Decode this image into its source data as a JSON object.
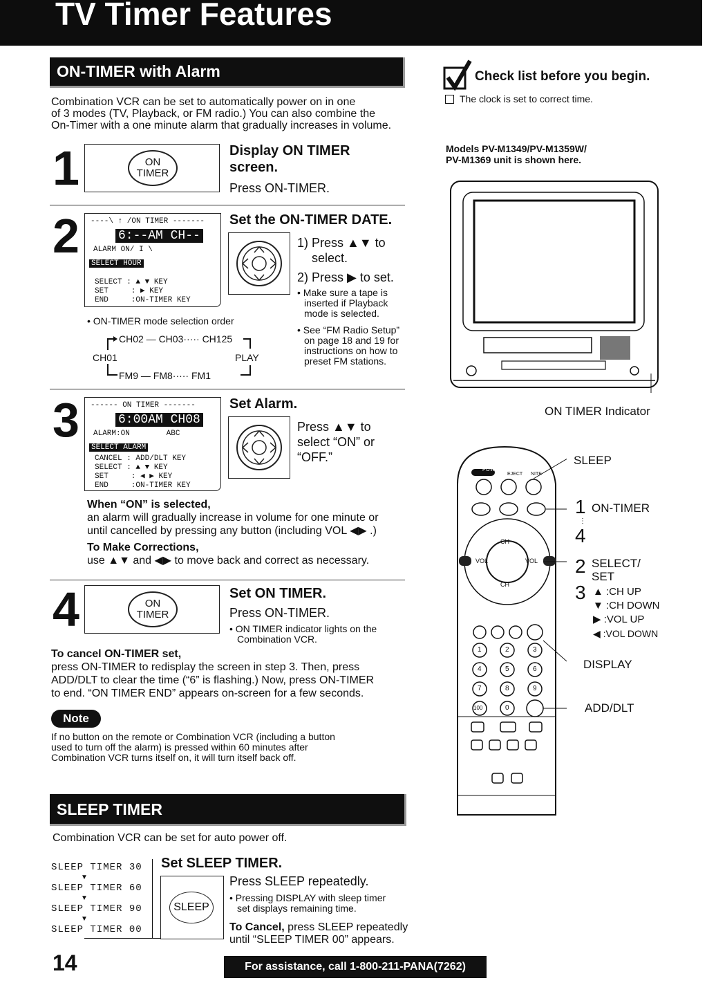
{
  "header": {
    "title": "TV Timer Features"
  },
  "on_timer": {
    "heading": "ON-TIMER with Alarm",
    "intro": [
      "Combination VCR can be set to automatically power on in one",
      "of 3 modes (TV, Playback, or FM radio.) You can also combine the",
      "On-Timer with a one minute alarm that gradually increases in volume."
    ],
    "step1": {
      "num": "1",
      "button": [
        "ON",
        "TIMER"
      ],
      "title": [
        "Display ON TIMER",
        "screen."
      ],
      "text": "Press ON-TIMER."
    },
    "step2": {
      "num": "2",
      "lcd": {
        "top": "----\\ ↑ /ON TIMER -------",
        "time": "6:--AM CH--",
        "alarm": "ALARM ON/ I \\",
        "mode": "SELECT HOUR",
        "k1": "SELECT : ▲ ▼ KEY",
        "k2": "SET     : ▶ KEY",
        "k3": "END     :ON-TIMER KEY"
      },
      "title": "Set the ON-TIMER DATE.",
      "i1a": "1) Press ▲▼ to",
      "i1b": "select.",
      "i2": "2) Press ▶ to set.",
      "n1": [
        "• Make sure a tape is",
        "inserted if Playback",
        "mode is selected."
      ],
      "n2": [
        "• See “FM Radio Setup”",
        "on page 18 and 19 for",
        "instructions on how to",
        "preset FM stations."
      ],
      "order_label": "• ON-TIMER mode selection order",
      "o_top": "CH02 — CH03····· CH125",
      "o_left": "CH01",
      "o_right": "PLAY",
      "o_bottom": "FM9 — FM8····· FM1"
    },
    "step3": {
      "num": "3",
      "lcd": {
        "top": "------ ON TIMER -------",
        "time": "6:00AM CH08",
        "alarm": "ALARM:ON        ABC",
        "mode": "SELECT ALARM",
        "k1": "CANCEL : ADD/DLT KEY",
        "k2": "SELECT : ▲ ▼ KEY",
        "k3": "SET     : ◀ ▶ KEY",
        "k4": "END     :ON-TIMER KEY"
      },
      "title": "Set Alarm.",
      "text": [
        "Press ▲▼ to",
        "select “ON” or",
        "“OFF.”"
      ],
      "when_title": "When “ON” is selected,",
      "when_text": [
        "an alarm will gradually increase in volume for one minute or",
        "until cancelled by pressing any button (including VOL ◀▶ .)"
      ],
      "corr_title": "To Make Corrections,",
      "corr_text": "use ▲▼ and ◀▶ to move back and correct as necessary."
    },
    "step4": {
      "num": "4",
      "button": [
        "ON",
        "TIMER"
      ],
      "title": "Set ON TIMER.",
      "text": "Press ON-TIMER.",
      "note": [
        "• ON TIMER indicator lights on the",
        "Combination VCR."
      ]
    },
    "cancel_title": "To cancel ON-TIMER set,",
    "cancel_text": [
      "press ON-TIMER to redisplay the screen in step 3. Then, press",
      "ADD/DLT to clear the time (“6” is flashing.) Now, press ON-TIMER",
      "to end. “ON TIMER END” appears on-screen for a few seconds."
    ],
    "note_label": "Note",
    "note_text": [
      "If no button on the remote or Combination VCR (including a button",
      "used to turn off the alarm) is pressed within 60 minutes after",
      "Combination VCR turns itself on, it will turn itself back off."
    ]
  },
  "checklist": {
    "title": "Check list before you begin.",
    "item": "The clock is set to correct time.",
    "models": [
      "Models PV-M1349/PV-M1359W/",
      "PV-M1369 unit is shown here."
    ],
    "indicator": "ON TIMER Indicator"
  },
  "remote": {
    "labels": {
      "sleep": "SLEEP",
      "n1": "1",
      "on_timer": "ON-TIMER",
      "n4": "4",
      "n2": "2",
      "select": "SELECT/",
      "set": "SET",
      "n3": "3",
      "ch_up": "▲ :CH UP",
      "ch_down": "▼ :CH DOWN",
      "vol_up": "▶ :VOL UP",
      "vol_down": "◀ :VOL DOWN",
      "display": "DISPLAY",
      "add_dlt": "ADD/DLT"
    },
    "keys": {
      "power": "POWER",
      "eject": "EJECT",
      "nite": "NITE",
      "ch": "CH",
      "vol": "VOL",
      "digits": [
        "1",
        "2",
        "3",
        "4",
        "5",
        "6",
        "7",
        "8",
        "9",
        "100",
        "0"
      ]
    }
  },
  "sleep_timer": {
    "heading": "SLEEP TIMER",
    "intro": "Combination VCR can be set for auto power off.",
    "seq": [
      "SLEEP TIMER 30",
      "SLEEP TIMER 60",
      "SLEEP TIMER 90",
      "SLEEP TIMER 00"
    ],
    "title": "Set SLEEP TIMER.",
    "button": "SLEEP",
    "text": "Press SLEEP repeatedly.",
    "note": [
      "• Pressing DISPLAY with sleep timer",
      "set displays remaining time."
    ],
    "cancel_bold": "To Cancel,",
    "cancel_rest": " press SLEEP repeatedly",
    "cancel2": "until “SLEEP TIMER 00” appears."
  },
  "footer": {
    "page": "14",
    "assist": "For assistance, call 1-800-211-PANA(7262)"
  }
}
